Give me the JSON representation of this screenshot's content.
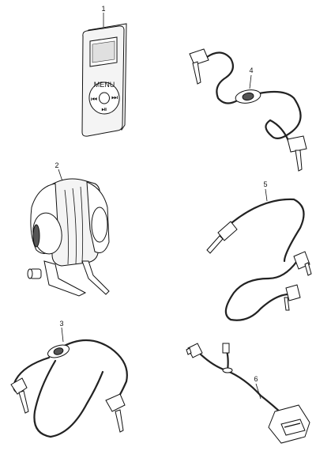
{
  "callouts": [
    {
      "id": "1",
      "number": "1"
    },
    {
      "id": "2",
      "number": "2"
    },
    {
      "id": "3",
      "number": "3"
    },
    {
      "id": "4",
      "number": "4"
    },
    {
      "id": "5",
      "number": "5"
    },
    {
      "id": "6",
      "number": "6"
    }
  ],
  "player": {
    "menu_label": "MENU",
    "prev_label": "⏮",
    "next_label": "⏭",
    "play_label": "⏯"
  }
}
